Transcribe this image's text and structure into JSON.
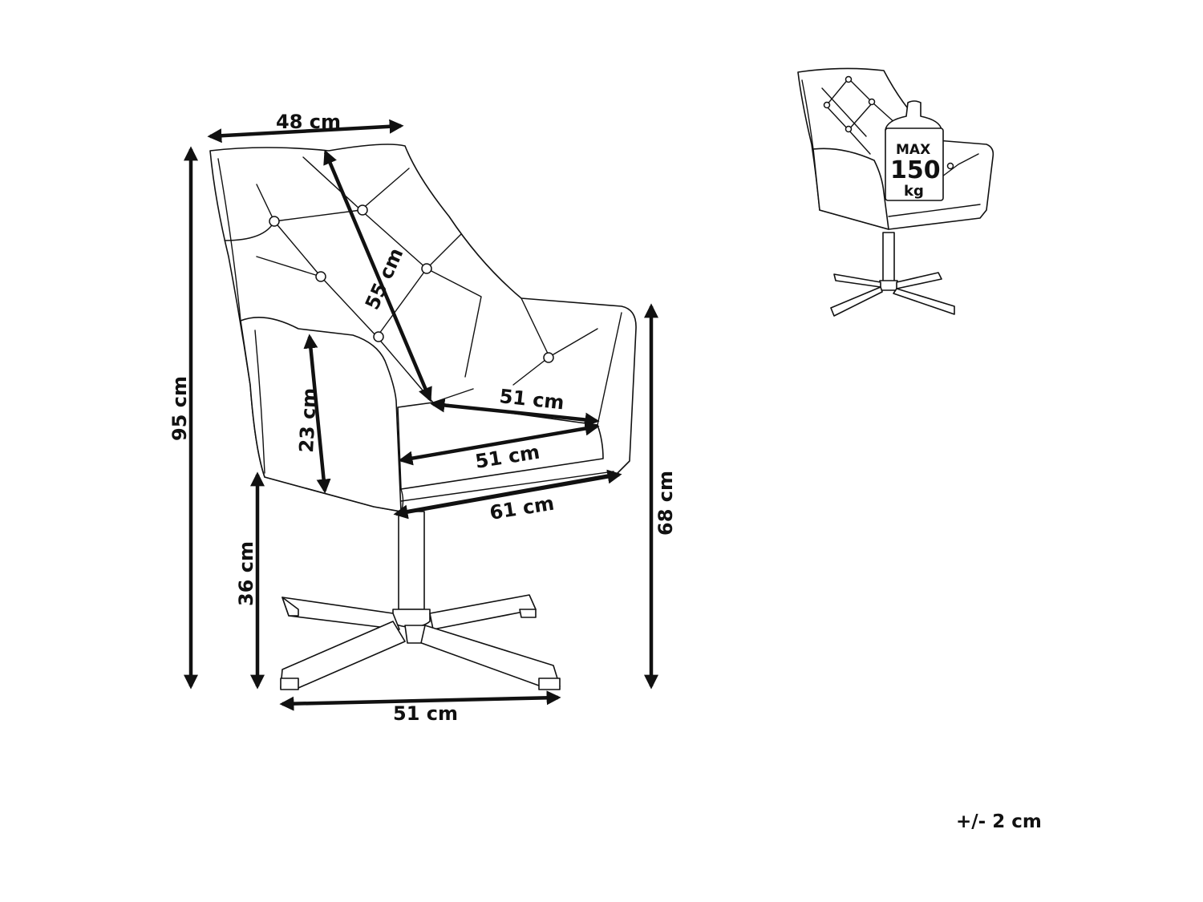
{
  "dimensions": {
    "backrest_width": "48 cm",
    "total_height": "95 cm",
    "backrest_height": "55 cm",
    "armrest_height": "23 cm",
    "seat_depth": "51 cm",
    "seat_width": "51 cm",
    "overall_width": "61 cm",
    "seat_height": "36 cm",
    "arm_height": "68 cm",
    "base_width": "51 cm"
  },
  "weight_capacity": {
    "line1": "MAX",
    "line2": "150",
    "line3": "kg"
  },
  "tolerance": "+/- 2 cm"
}
